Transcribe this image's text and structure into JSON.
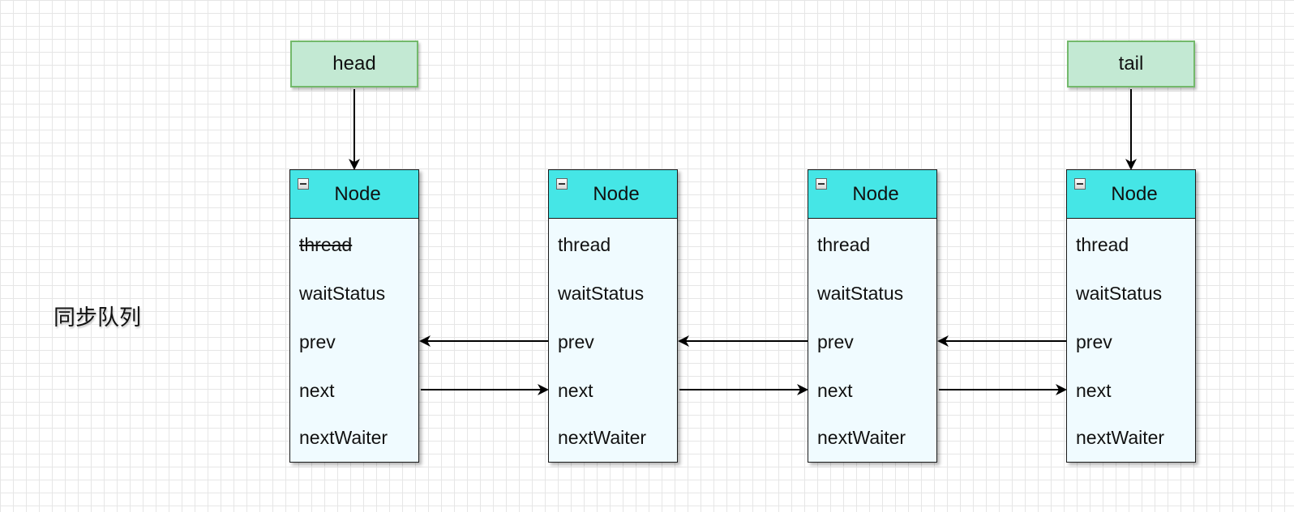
{
  "side_label": "同步队列",
  "pointers": {
    "head": "head",
    "tail": "tail"
  },
  "nodes": [
    {
      "title": "Node",
      "fields": [
        "thread",
        "waitStatus",
        "prev",
        "next",
        "nextWaiter"
      ],
      "thread_struck": true
    },
    {
      "title": "Node",
      "fields": [
        "thread",
        "waitStatus",
        "prev",
        "next",
        "nextWaiter"
      ],
      "thread_struck": false
    },
    {
      "title": "Node",
      "fields": [
        "thread",
        "waitStatus",
        "prev",
        "next",
        "nextWaiter"
      ],
      "thread_struck": false
    },
    {
      "title": "Node",
      "fields": [
        "thread",
        "waitStatus",
        "prev",
        "next",
        "nextWaiter"
      ],
      "thread_struck": false
    }
  ],
  "colors": {
    "pointer_fill": "#c3e9d3",
    "pointer_border": "#73b96b",
    "node_header": "#45e6e6",
    "node_body": "#f0fbff",
    "arrow": "#000000"
  }
}
